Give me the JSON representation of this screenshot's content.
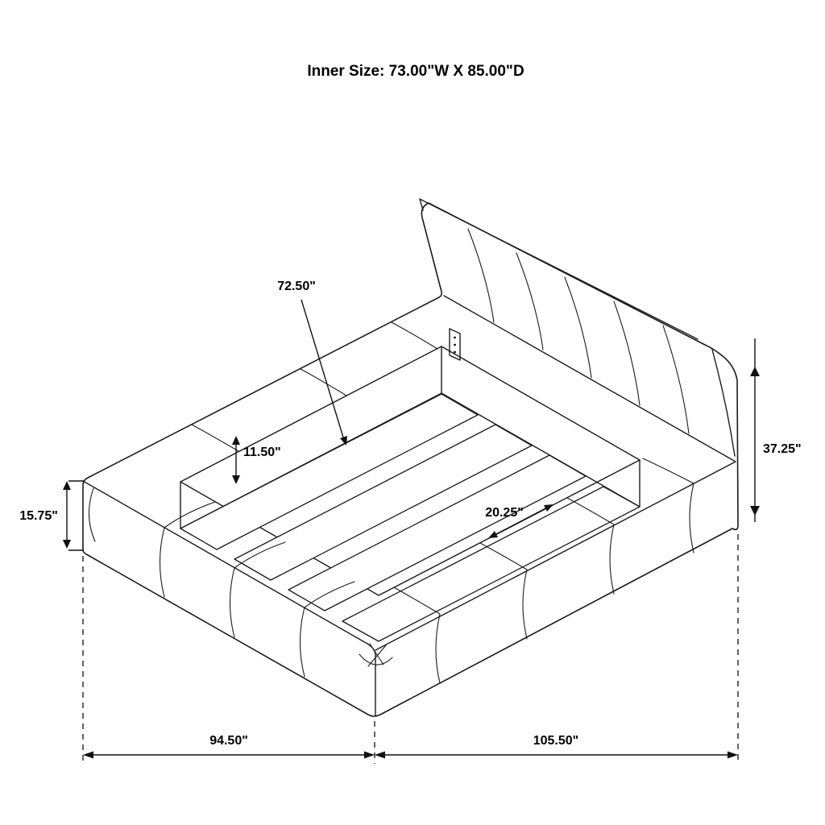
{
  "title": "Inner Size: 73.00\"W X 85.00\"D",
  "labels": {
    "slat_pointer": "72.50\"",
    "inner_rail_height": "11.50\"",
    "base_rail_height": "15.75\"",
    "slat_spacing": "20.25\"",
    "headboard_height": "37.25\"",
    "overall_width": "94.50\"",
    "overall_depth": "105.50\""
  },
  "diagram": {
    "subject": "upholstered-platform-bed",
    "view": "isometric-line-drawing",
    "line_color": "#1b1b1b",
    "background_color": "#ffffff"
  }
}
